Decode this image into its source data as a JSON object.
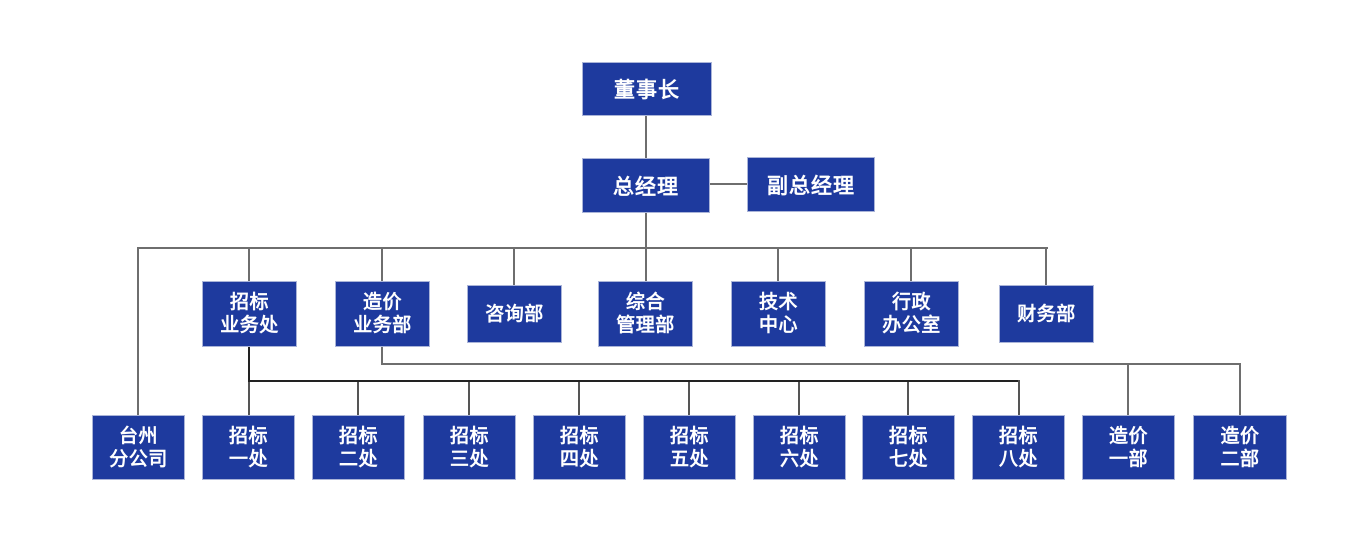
{
  "colors": {
    "node_fill": "#1e3a9e",
    "node_border": "#aab4d8",
    "node_text": "#ffffff",
    "line_gray": "#6e6e6e",
    "line_dark": "#222222",
    "background": "#ffffff"
  },
  "org": {
    "level1": [
      {
        "id": "chairman",
        "label": "董事长",
        "reports_to": null
      }
    ],
    "level2": [
      {
        "id": "general-manager",
        "label": "总经理",
        "reports_to": "chairman"
      },
      {
        "id": "deputy-general-manager",
        "label": "副总经理",
        "reports_to": "general-manager"
      }
    ],
    "level3": [
      {
        "id": "bidding-business-office",
        "label": "招标\n业务处",
        "reports_to": "general-manager"
      },
      {
        "id": "cost-business-dept",
        "label": "造价\n业务部",
        "reports_to": "general-manager"
      },
      {
        "id": "consulting-dept",
        "label": "咨询部",
        "reports_to": "general-manager"
      },
      {
        "id": "general-management-dept",
        "label": "综合\n管理部",
        "reports_to": "general-manager"
      },
      {
        "id": "technology-center",
        "label": "技术\n中心",
        "reports_to": "general-manager"
      },
      {
        "id": "administrative-office",
        "label": "行政\n办公室",
        "reports_to": "general-manager"
      },
      {
        "id": "finance-dept",
        "label": "财务部",
        "reports_to": "general-manager"
      }
    ],
    "level4": [
      {
        "id": "taizhou-branch",
        "label": "台州\n分公司",
        "reports_to": "general-manager"
      },
      {
        "id": "bidding-office-1",
        "label": "招标\n一处",
        "reports_to": "bidding-business-office"
      },
      {
        "id": "bidding-office-2",
        "label": "招标\n二处",
        "reports_to": "bidding-business-office"
      },
      {
        "id": "bidding-office-3",
        "label": "招标\n三处",
        "reports_to": "bidding-business-office"
      },
      {
        "id": "bidding-office-4",
        "label": "招标\n四处",
        "reports_to": "bidding-business-office"
      },
      {
        "id": "bidding-office-5",
        "label": "招标\n五处",
        "reports_to": "bidding-business-office"
      },
      {
        "id": "bidding-office-6",
        "label": "招标\n六处",
        "reports_to": "bidding-business-office"
      },
      {
        "id": "bidding-office-7",
        "label": "招标\n七处",
        "reports_to": "bidding-business-office"
      },
      {
        "id": "bidding-office-8",
        "label": "招标\n八处",
        "reports_to": "bidding-business-office"
      },
      {
        "id": "cost-dept-1",
        "label": "造价\n一部",
        "reports_to": "cost-business-dept"
      },
      {
        "id": "cost-dept-2",
        "label": "造价\n二部",
        "reports_to": "cost-business-dept"
      }
    ]
  }
}
